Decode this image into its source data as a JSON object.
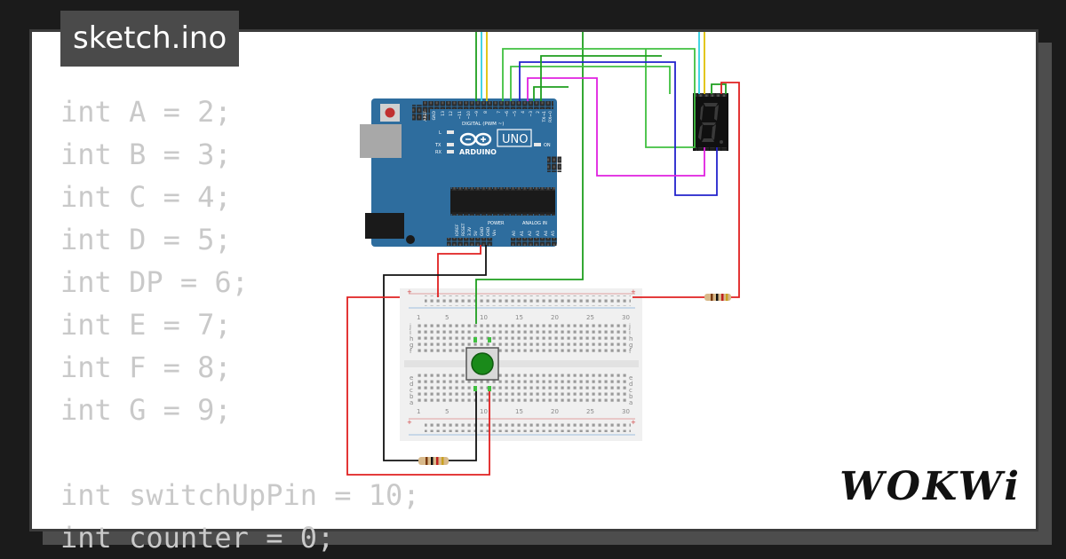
{
  "file_tab": {
    "title": "sketch.ino"
  },
  "code_lines": [
    "int A = 2;",
    "int B = 3;",
    "int C = 4;",
    "int D = 5;",
    "int DP = 6;",
    "int E = 7;",
    "int F = 8;",
    "int G = 9;",
    "",
    "int switchUpPin = 10;",
    "int counter = 0;"
  ],
  "board": {
    "brand": "ARDUINO",
    "model": "UNO",
    "digital_label": "DIGITAL (PWM ~)",
    "power_label": "POWER",
    "analog_label": "ANALOG IN",
    "led_labels": [
      "L",
      "TX",
      "RX"
    ],
    "on_label": "ON",
    "digital_pins": [
      "AREF",
      "GND",
      "13",
      "12",
      "~11",
      "~10",
      "~9",
      "8",
      "7",
      "~6",
      "~5",
      "4",
      "~3",
      "2",
      "TX→1",
      "RX←0"
    ],
    "power_pins": [
      "IOREF",
      "RESET",
      "3.3V",
      "5V",
      "GND",
      "GND",
      "Vin"
    ],
    "analog_pins": [
      "A0",
      "A1",
      "A2",
      "A3",
      "A4",
      "A5"
    ]
  },
  "breadboard": {
    "column_numbers": [
      "1",
      "5",
      "10",
      "15",
      "20",
      "25",
      "30"
    ],
    "row_letters_top": [
      "j",
      "i",
      "h",
      "g",
      "f"
    ],
    "row_letters_bottom": [
      "e",
      "d",
      "c",
      "b",
      "a"
    ],
    "rail_plus": "+",
    "rail_minus": "-"
  },
  "brand": {
    "logo": "WOKWi"
  },
  "colors": {
    "background": "#1b1b1b",
    "card": "#ffffff",
    "tab": "#4a4a4a",
    "code_text": "#c9c9c9",
    "board": "#2e6d9e",
    "wire_red": "#e02020",
    "wire_green": "#1e9e1e",
    "wire_black": "#111111",
    "wire_blue": "#2222cc",
    "wire_magenta": "#e020e0",
    "wire_yellow": "#e0c000",
    "wire_cyan": "#30d0e0",
    "wire_lime": "#40c040",
    "button": "#1a8a1a"
  }
}
